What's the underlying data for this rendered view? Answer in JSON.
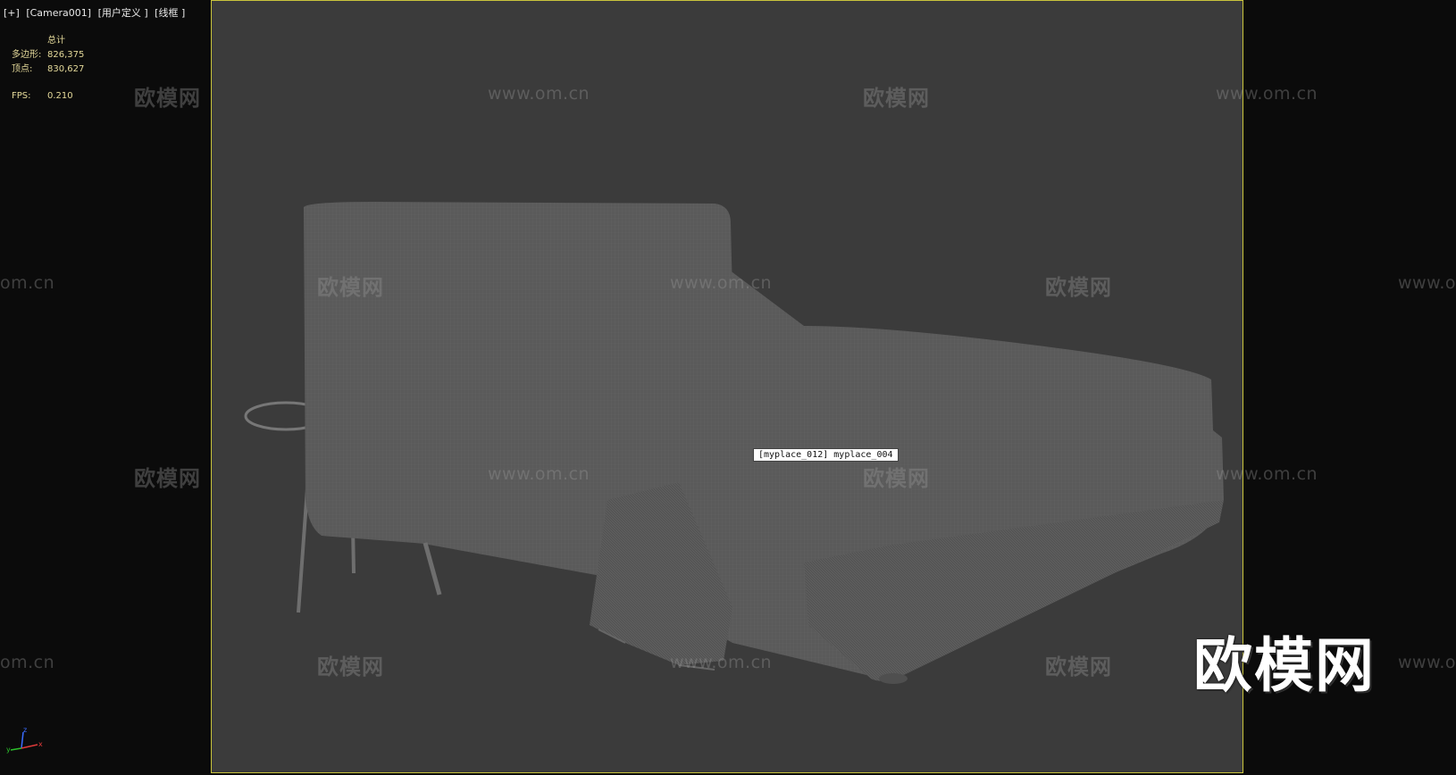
{
  "viewport": {
    "label_parts": [
      "[+]",
      "[Camera001]",
      "[用户定义 ]",
      "[线框 ]"
    ]
  },
  "stats": {
    "header": "总计",
    "polygons_label": "多边形:",
    "polygons_value": "826,375",
    "vertices_label": "顶点:",
    "vertices_value": "830,627",
    "fps_label": "FPS:",
    "fps_value": "0.210"
  },
  "tooltip": {
    "text": "[myplace_012] myplace_004"
  },
  "watermarks": {
    "logo_text": "欧模网",
    "url_text": "www.om.cn",
    "url_partial_left": "om.cn",
    "url_partial_right": "www.o"
  },
  "big_logo": "欧模网",
  "axis": {
    "z_label": "z",
    "y_label": "y",
    "x_label": "x"
  },
  "colors": {
    "background": "#0b0b0b",
    "viewport_bg": "#3b3b3b",
    "safe_frame_border": "#c9c43c",
    "stats_text": "#e4d99a",
    "model_wire": "#5c5c5c",
    "model_wire_light": "#6a6a6a"
  }
}
